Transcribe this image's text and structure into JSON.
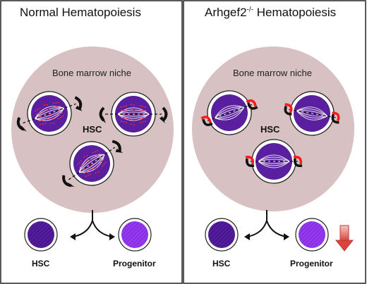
{
  "left_panel": {
    "title": "Normal Hematopoiesis",
    "niche_label": "Bone marrow niche",
    "hsc_label": "HSC",
    "output_labels": [
      "HSC",
      "Progenitor"
    ]
  },
  "right_panel": {
    "title_prefix": "Arhgef2",
    "title_superscript": "-/-",
    "title_suffix": " Hematopoiesis",
    "niche_label": "Bone marrow niche",
    "hsc_label": "HSC",
    "output_labels": [
      "HSC",
      "Progenitor"
    ]
  },
  "colors": {
    "niche": "#d8c1c3",
    "cell_purple": "#5a1f9e",
    "hsc_dark": "#3b1070",
    "progenitor": "#8a2be2",
    "spindle_red": "#ff2222",
    "decrease_arrow": "#e0605c"
  },
  "icons": {
    "decrease": "down-arrow-icon",
    "rotation": "rotation-arrow-icon"
  }
}
